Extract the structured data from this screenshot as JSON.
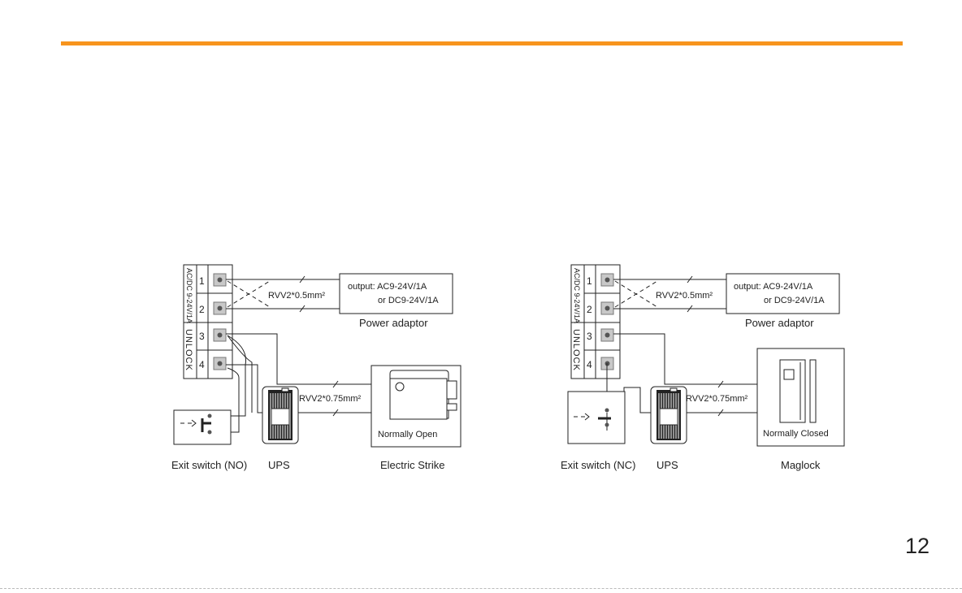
{
  "page": {
    "number": "12",
    "accent_color": "#f7941d"
  },
  "left": {
    "terminal_block": {
      "power_label": "AC/DC 9-24V/1A",
      "unlock_label": "UNLOCK",
      "pins": [
        "1",
        "2",
        "3",
        "4"
      ]
    },
    "power_cable": "RVV2*0.5mm²",
    "lock_cable": "RVV2*0.75mm²",
    "power_adaptor": {
      "output_line1": "output: AC9-24V/1A",
      "output_line2": "or  DC9-24V/1A",
      "caption": "Power adaptor"
    },
    "lock_box_label": "Normally Open",
    "captions": {
      "exit_switch": "Exit switch (NO)",
      "ups": "UPS",
      "lock": "Electric Strike"
    }
  },
  "right": {
    "terminal_block": {
      "power_label": "AC/DC 9-24V/1A",
      "unlock_label": "UNLOCK",
      "pins": [
        "1",
        "2",
        "3",
        "4"
      ]
    },
    "power_cable": "RVV2*0.5mm²",
    "lock_cable": "RVV2*0.75mm²",
    "power_adaptor": {
      "output_line1": "output: AC9-24V/1A",
      "output_line2": "or  DC9-24V/1A",
      "caption": "Power adaptor"
    },
    "lock_box_label": "Normally Closed",
    "captions": {
      "exit_switch": "Exit switch (NC)",
      "ups": "UPS",
      "lock": "Maglock"
    }
  }
}
